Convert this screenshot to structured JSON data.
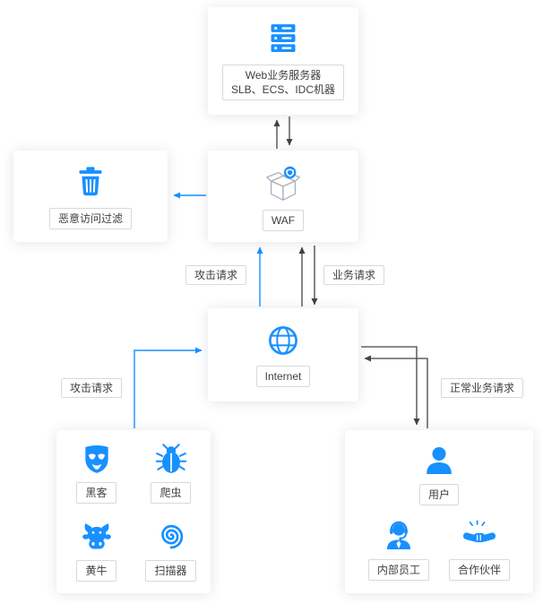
{
  "colors": {
    "accent_blue": "#1890ff",
    "arrow_dark": "#434343",
    "chip_border": "#d9d9d9",
    "text": "#404040"
  },
  "nodes": {
    "web_server": {
      "icon": "server-icon",
      "label_line1": "Web业务服务器",
      "label_line2": "SLB、ECS、IDC机器"
    },
    "waf": {
      "icon": "waf-package-icon",
      "label": "WAF"
    },
    "filter": {
      "icon": "trash-icon",
      "label": "恶意访问过滤"
    },
    "internet": {
      "icon": "globe-icon",
      "label": "Internet"
    },
    "attackers": {
      "items": [
        {
          "icon": "hacker-mask-icon",
          "label": "黑客"
        },
        {
          "icon": "bug-icon",
          "label": "爬虫"
        },
        {
          "icon": "cow-icon",
          "label": "黄牛"
        },
        {
          "icon": "scanner-spiral-icon",
          "label": "扫描器"
        }
      ]
    },
    "users": {
      "main": {
        "icon": "user-icon",
        "label": "用户"
      },
      "items": [
        {
          "icon": "staff-headset-icon",
          "label": "内部员工"
        },
        {
          "icon": "handshake-icon",
          "label": "合作伙伴"
        }
      ]
    }
  },
  "edges": [
    {
      "from": "Internet",
      "to": "WAF",
      "label": "攻击请求",
      "color": "blue",
      "bidirectional": false
    },
    {
      "from": "Internet",
      "to": "WAF",
      "label": "业务请求",
      "color": "dark",
      "bidirectional": true
    },
    {
      "from": "攻击者",
      "to": "Internet",
      "label": "攻击请求",
      "color": "blue",
      "bidirectional": false
    },
    {
      "from": "用户",
      "to": "Internet",
      "label": "正常业务请求",
      "color": "dark",
      "bidirectional": true
    },
    {
      "from": "WAF",
      "to": "恶意访问过滤",
      "label": "",
      "color": "blue",
      "bidirectional": false
    },
    {
      "from": "WAF",
      "to": "Web业务服务器",
      "label": "",
      "color": "dark",
      "bidirectional": true
    }
  ]
}
